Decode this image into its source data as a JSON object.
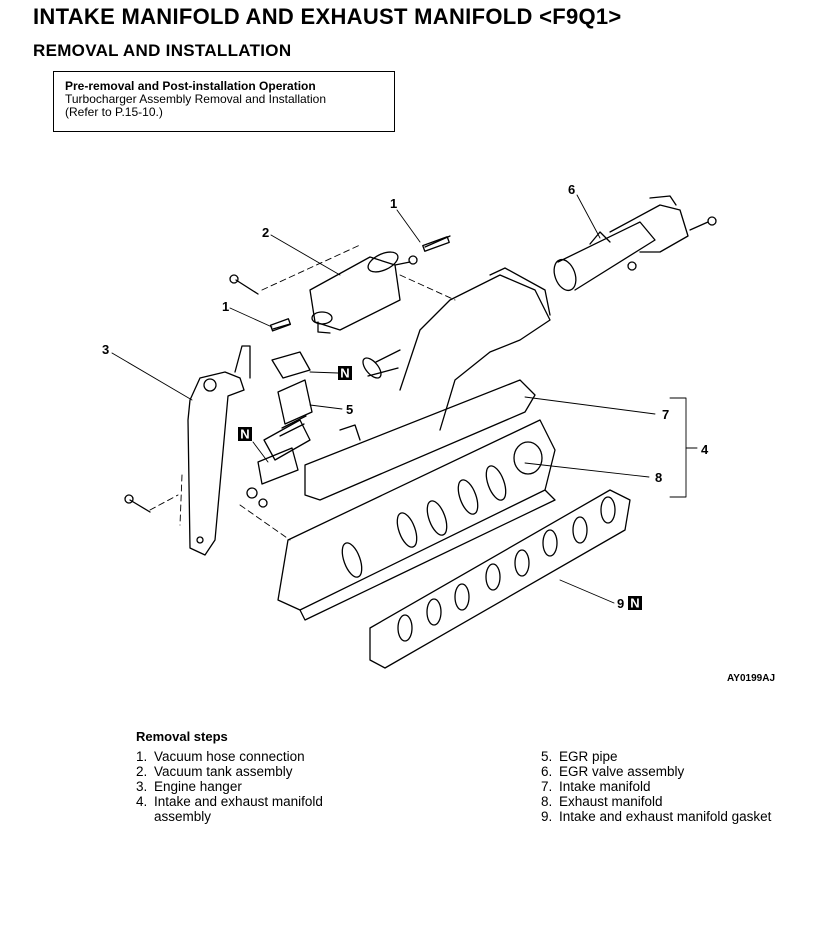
{
  "header": {
    "title": "INTAKE MANIFOLD AND EXHAUST MANIFOLD <F9Q1>",
    "subtitle": "REMOVAL AND INSTALLATION"
  },
  "pre_removal": {
    "heading": "Pre-removal and Post-installation Operation",
    "line1": "Turbocharger Assembly Removal and Installation",
    "line2": "(Refer to P.15-10.)"
  },
  "diagram": {
    "callouts": [
      "1",
      "2",
      "1",
      "3",
      "5",
      "6",
      "7",
      "4",
      "8",
      "9"
    ],
    "n_mark": "N",
    "figure_code": "AY0199AJ"
  },
  "steps": {
    "heading": "Removal steps",
    "col1": [
      {
        "num": "1.",
        "text": "Vacuum hose connection",
        "cont": ""
      },
      {
        "num": "2.",
        "text": "Vacuum tank assembly",
        "cont": ""
      },
      {
        "num": "3.",
        "text": "Engine hanger",
        "cont": ""
      },
      {
        "num": "4.",
        "text": "Intake and exhaust manifold",
        "cont": "assembly"
      }
    ],
    "col2": [
      {
        "num": "5.",
        "text": "EGR pipe"
      },
      {
        "num": "6.",
        "text": "EGR valve assembly"
      },
      {
        "num": "7.",
        "text": "Intake manifold"
      },
      {
        "num": "8.",
        "text": "Exhaust manifold"
      },
      {
        "num": "9.",
        "text": "Intake and exhaust manifold gasket"
      }
    ]
  }
}
